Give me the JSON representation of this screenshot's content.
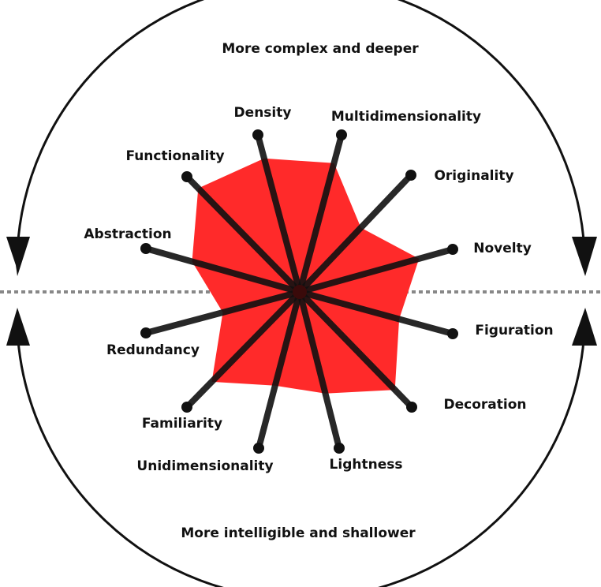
{
  "titles": {
    "top": "More complex and deeper",
    "bottom": "More intelligible and shallower"
  },
  "axes": [
    {
      "label": "Density",
      "value": 0.85
    },
    {
      "label": "Multidimensionality",
      "value": 0.82
    },
    {
      "label": "Originality",
      "value": 0.55
    },
    {
      "label": "Novelty",
      "value": 0.78
    },
    {
      "label": "Figuration",
      "value": 0.65
    },
    {
      "label": "Decoration",
      "value": 0.85
    },
    {
      "label": "Lightness",
      "value": 0.65
    },
    {
      "label": "Unidimensionality",
      "value": 0.6
    },
    {
      "label": "Familiarity",
      "value": 0.78
    },
    {
      "label": "Redundancy",
      "value": 0.5
    },
    {
      "label": "Abstraction",
      "value": 0.7
    },
    {
      "label": "Functionality",
      "value": 0.9
    }
  ],
  "colors": {
    "fill": "#ff2a2a",
    "spoke": "#111111",
    "divider": "#888888"
  }
}
